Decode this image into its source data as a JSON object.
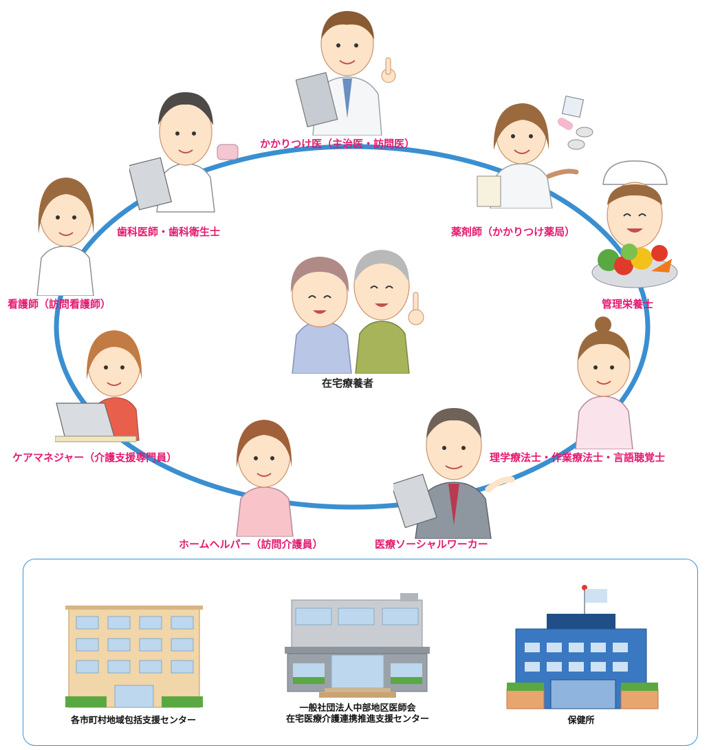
{
  "colors": {
    "ring": "#3a8fd0",
    "role_label": "#e4196e",
    "patient_label": "#222222",
    "box_border": "#3a8fd0"
  },
  "center": {
    "label": "在宅療養者",
    "icon": "elderly-couple-icon"
  },
  "roles": [
    {
      "label": "かかりつけ医（主治医・訪問医）",
      "icon": "doctor-icon"
    },
    {
      "label": "薬剤師（かかりつけ薬局）",
      "icon": "pharmacist-icon"
    },
    {
      "label": "管理栄養士",
      "icon": "dietitian-icon"
    },
    {
      "label": "理学療法士・作業療法士・言語聴覚士",
      "icon": "therapist-icon"
    },
    {
      "label": "医療ソーシャルワーカー",
      "icon": "social-worker-icon"
    },
    {
      "label": "ホームヘルパー（訪問介護員）",
      "icon": "home-helper-icon"
    },
    {
      "label": "ケアマネジャー（介護支援専門員）",
      "icon": "care-manager-icon"
    },
    {
      "label": "看護師（訪問看護師）",
      "icon": "nurse-icon"
    },
    {
      "label": "歯科医師・歯科衛生士",
      "icon": "dentist-icon"
    }
  ],
  "facilities": [
    {
      "label": "各市町村地域包括支援センター",
      "icon": "community-center-building-icon"
    },
    {
      "label_line1": "一般社団法人中部地区医師会",
      "label_line2": "在宅医療介護連携推進支援センター",
      "icon": "medical-association-building-icon"
    },
    {
      "label": "保健所",
      "icon": "health-center-building-icon"
    }
  ]
}
